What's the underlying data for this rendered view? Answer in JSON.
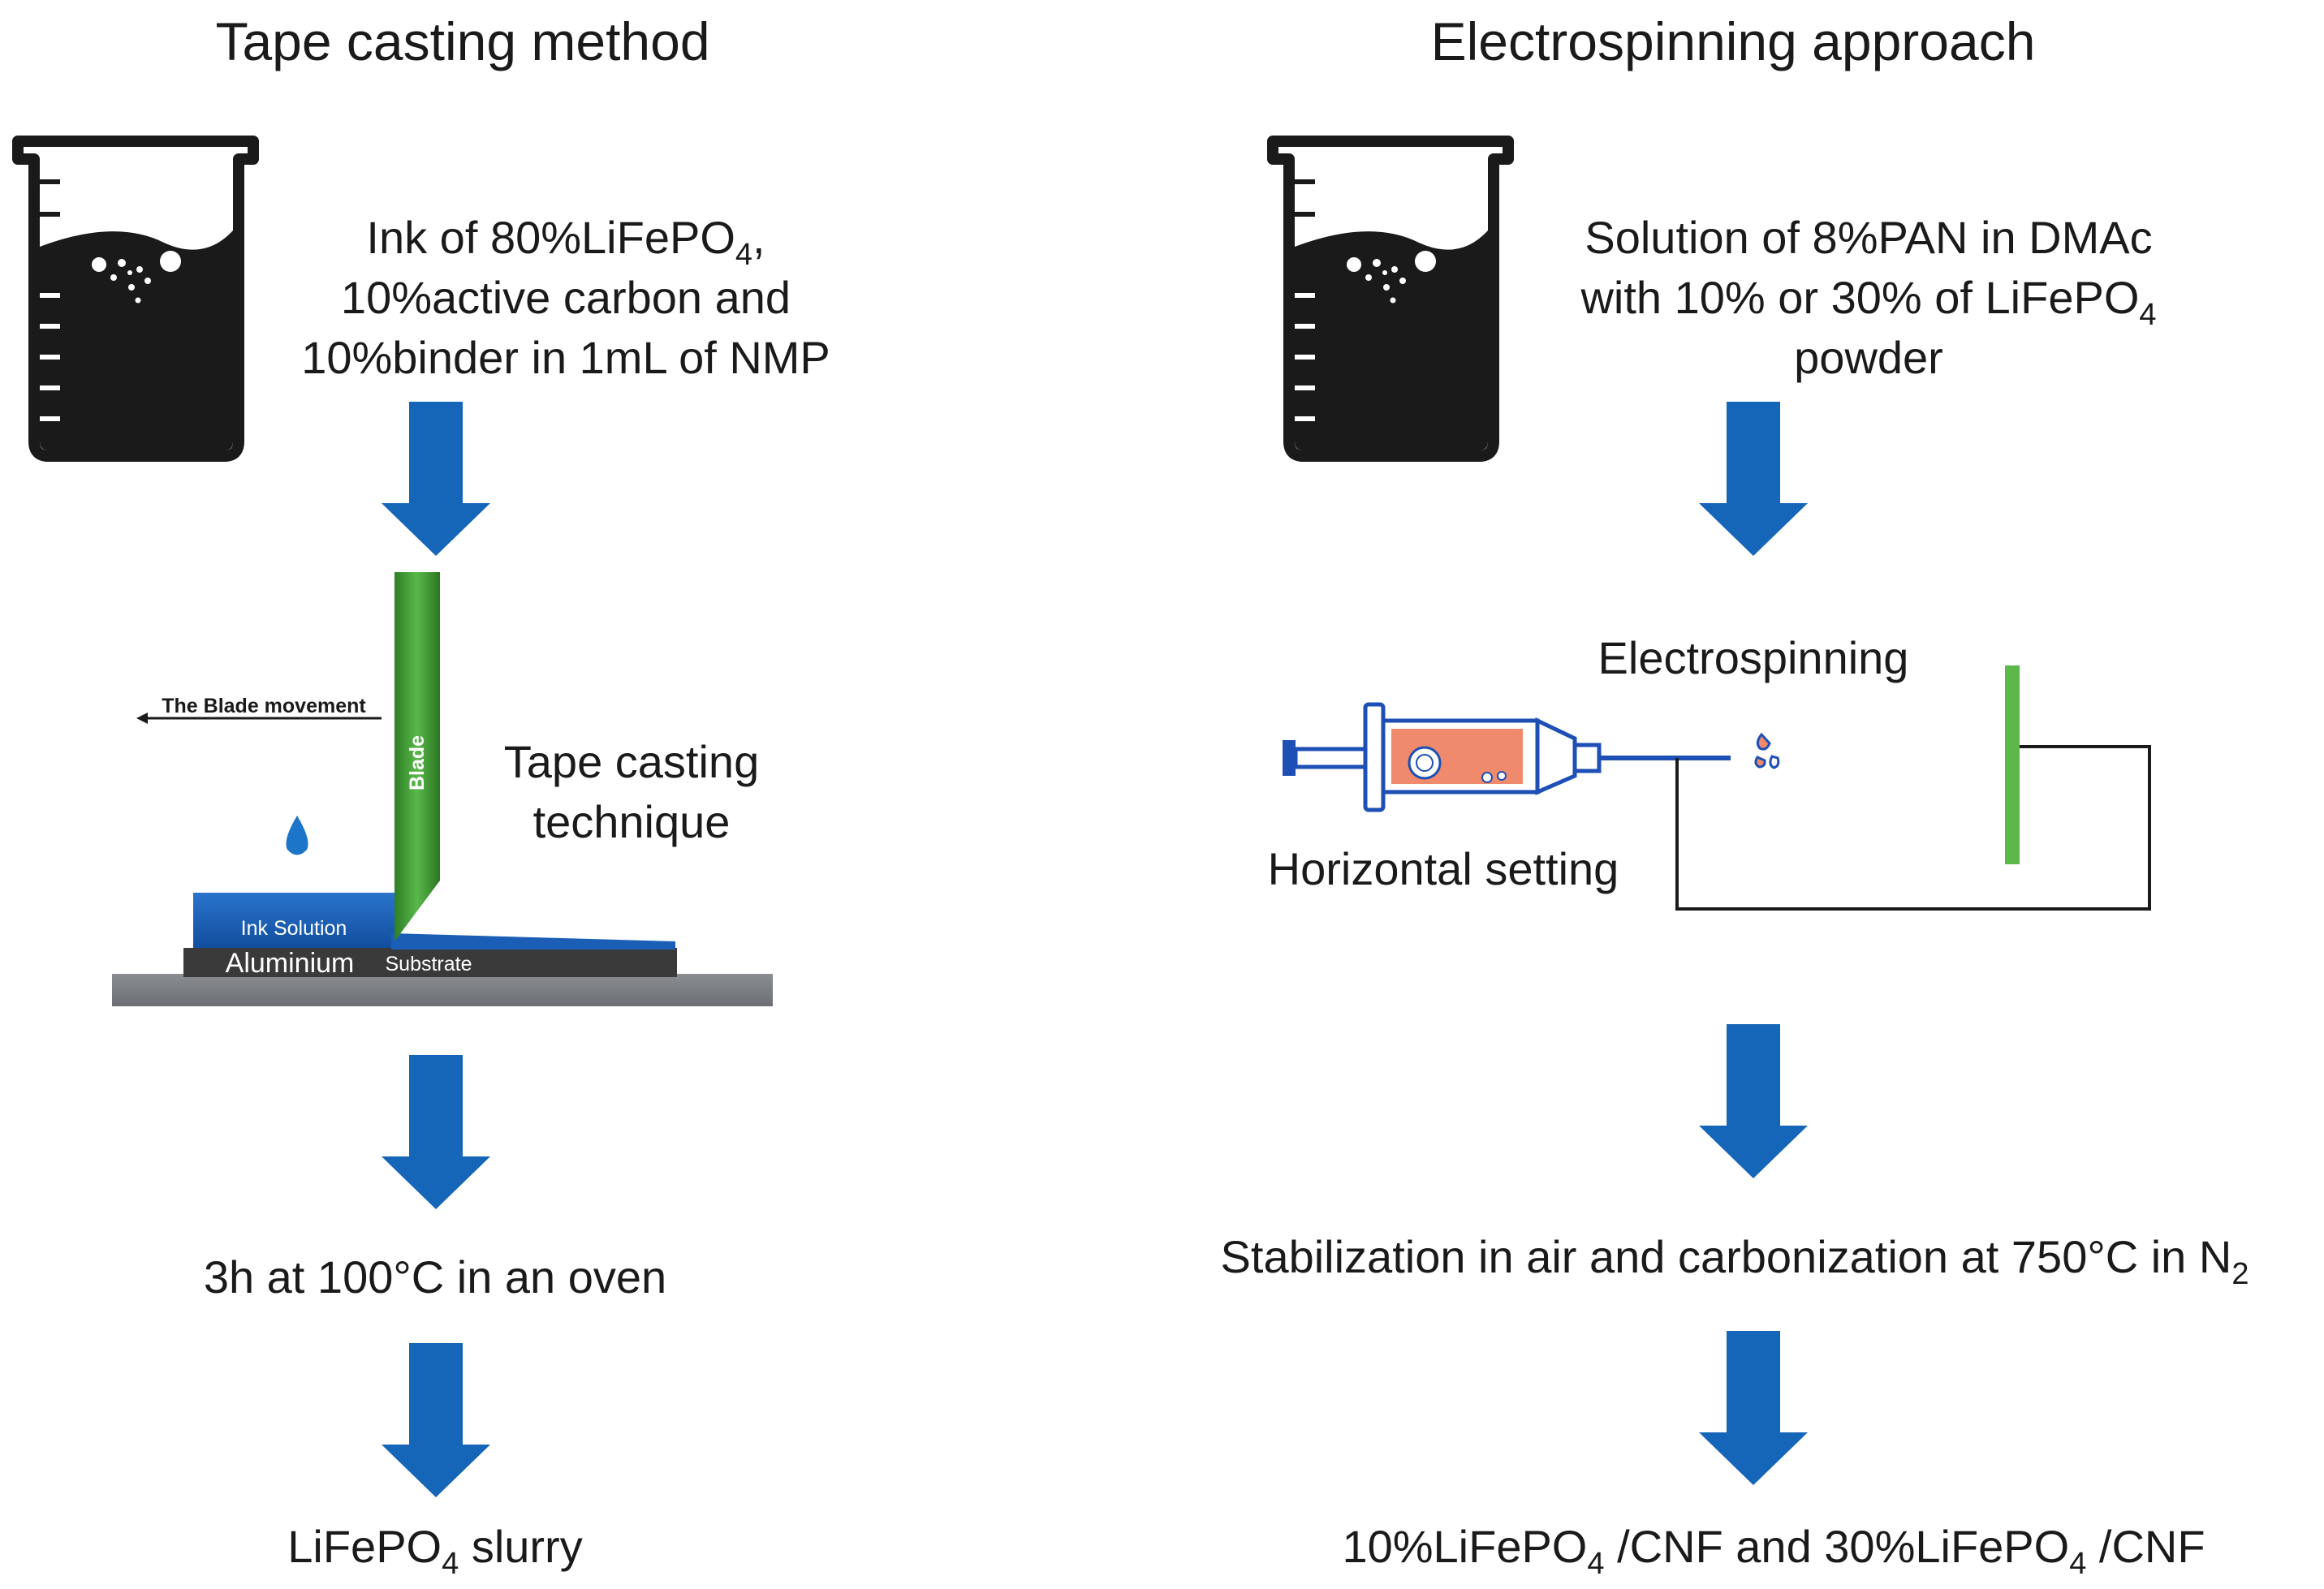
{
  "left": {
    "title": "Tape casting method",
    "ink_line1_prefix": "Ink of 80%LiFePO",
    "ink_line1_sub": "4",
    "ink_line1_suffix": ",",
    "ink_line2": "10%active carbon and",
    "ink_line3": "10%binder in 1mL of NMP",
    "blade_movement": "The Blade movement",
    "blade": "Blade",
    "technique_line1": "Tape casting",
    "technique_line2": "technique",
    "ink_solution": "Ink Solution",
    "aluminium": "Aluminium",
    "substrate": "Substrate",
    "oven_step": "3h at 100°C in an oven",
    "result_prefix": "LiFePO",
    "result_sub": "4",
    "result_suffix": " slurry"
  },
  "right": {
    "title": "Electrospinning approach",
    "solution_line1": "Solution of 8%PAN in DMAc",
    "solution_line2_prefix": "with 10% or 30% of LiFePO",
    "solution_line2_sub": "4",
    "solution_line3": "powder",
    "electrospinning_label": "Electrospinning",
    "horizontal_setting": "Horizontal setting",
    "stabilization_prefix": "Stabilization in air and carbonization at 750°C in N",
    "stabilization_sub": "2",
    "result_a_prefix": "10%LiFePO",
    "result_a_sub": "4",
    "result_a_suffix": " /CNF and 30%LiFePO",
    "result_b_sub": "4",
    "result_b_suffix": " /CNF"
  },
  "colors": {
    "arrow": "#1565b8",
    "blade_green": "#3a9a2e",
    "ink_blue": "#1d5fb5",
    "collector_green": "#5cb84a",
    "beaker_fill": "#1a1a1a",
    "syringe_liquid": "#f08a6c"
  }
}
